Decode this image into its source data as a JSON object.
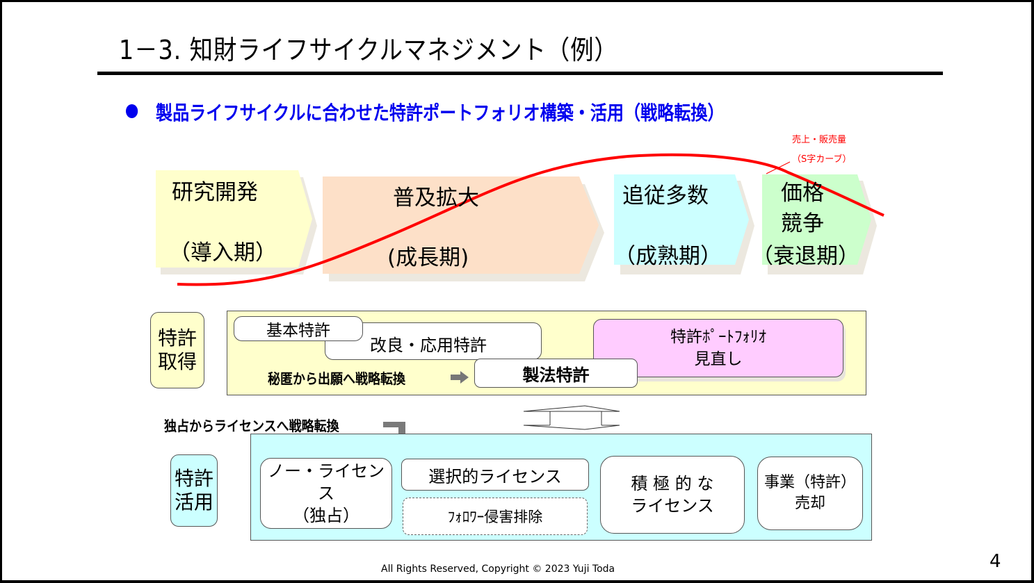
{
  "slide": {
    "title": "1－3.  知財ライフサイクルマネジメント（例）",
    "subtitle": "製品ライフサイクルに合わせた特許ポートフォリオ構築・活用（戦略転換）",
    "curve_label_line1": "売上・販売量",
    "curve_label_line2": "（S字カーブ）",
    "curve_color": "#ff0000",
    "stages": [
      {
        "name": "研究開発",
        "period": "（導入期）",
        "color": "#ffffcc"
      },
      {
        "name": "普及拡大",
        "period": "(成長期)",
        "color": "#fde0c8"
      },
      {
        "name": "追従多数",
        "period": "（成熟期）",
        "color": "#ccffff"
      },
      {
        "name": "価格\n競争",
        "period": "（衰退期）",
        "color": "#ccffcc"
      }
    ],
    "acquisition": {
      "label": "特許\n取得",
      "basic_patent": "基本特許",
      "improvement_patent": "改良・応用特許",
      "note": "秘匿から出願へ戦略転換",
      "process_patent": "製法特許",
      "portfolio_review": "特許ﾎﾟｰﾄﾌｫﾘｵ\n見直し",
      "bg_color": "#ffffcc",
      "portfolio_color": "#ffccff"
    },
    "utilization": {
      "note": "独占からライセンスへ戦略転換",
      "label": "特許\n活用",
      "no_license": "ノー・ライセンス\n（独占）",
      "selective_license": "選択的ライセンス",
      "follower_exclusion": "ﾌｫﾛﾜｰ侵害排除",
      "active_license": "積 極 的 な\nライセンス",
      "business_sale": "事業（特許）\n売却",
      "bg_color": "#ccffff"
    },
    "footer": "All Rights Reserved, Copyright ©  2023  Yuji Toda",
    "page_number": "4"
  }
}
